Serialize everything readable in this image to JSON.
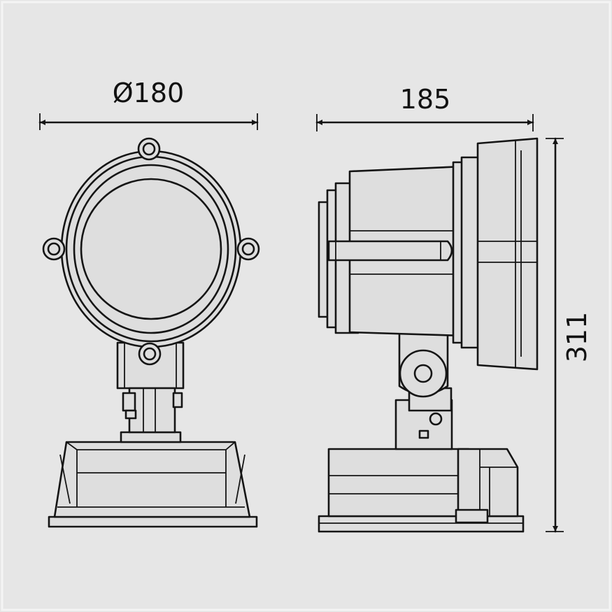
{
  "dimensions": {
    "diameter": {
      "label": "Ø180"
    },
    "depth": {
      "label": "185"
    },
    "height": {
      "label": "311"
    }
  },
  "colors": {
    "background": "#e6e6e6",
    "stroke": "#151515"
  }
}
